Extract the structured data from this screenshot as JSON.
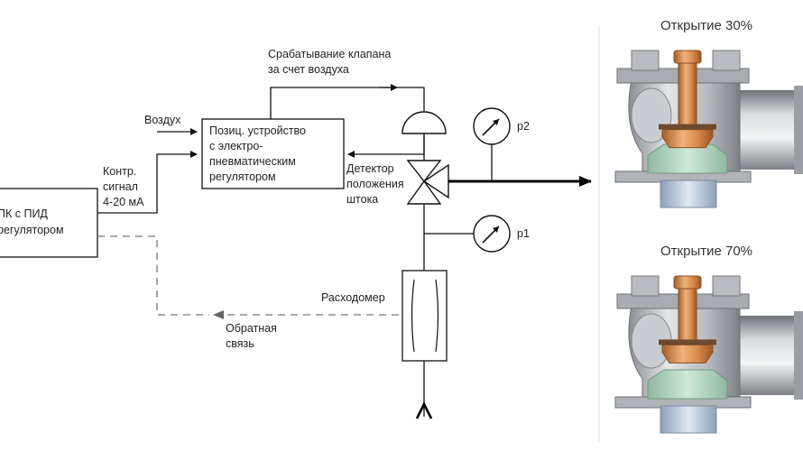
{
  "diagram": {
    "controller_box": {
      "line1": "ПК с ПИД",
      "line2": "регулятором"
    },
    "positioner_box": {
      "line1": "Позиц. устройство",
      "line2": "с электро-",
      "line3": "пневматическим",
      "line4": "регулятором"
    },
    "labels": {
      "air_supply": "Воздух",
      "control_signal_1": "Контр.",
      "control_signal_2": "сигнал",
      "control_signal_3": "4-20 мА",
      "actuation_1": "Срабатывание клапана",
      "actuation_2": "за счет воздуха",
      "stem_detector_1": "Детектор",
      "stem_detector_2": "положения",
      "stem_detector_3": "штока",
      "flowmeter": "Расходомер",
      "feedback_1": "Обратная",
      "feedback_2": "связь",
      "gauge_p2": "p2",
      "gauge_p1": "p1"
    }
  },
  "valve_views": [
    {
      "title": "Открытие 30%",
      "opening": 0.3
    },
    {
      "title": "Открытие 70%",
      "opening": 0.7
    }
  ]
}
